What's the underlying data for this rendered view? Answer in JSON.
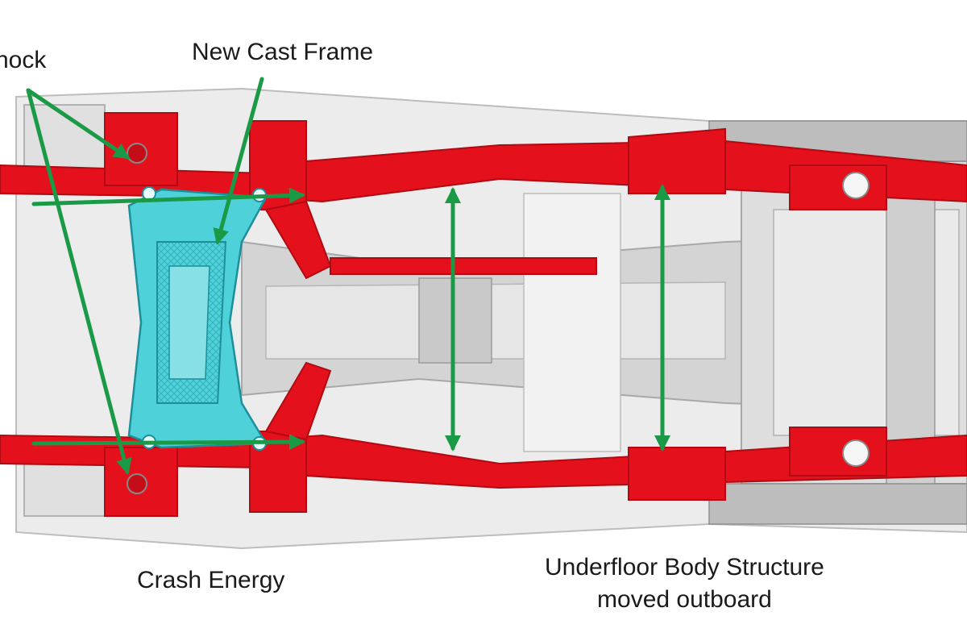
{
  "labels": {
    "shock": "hock",
    "cast_frame": "New Cast Frame",
    "crash_energy": "Crash Energy",
    "underfloor_line1": "Underfloor Body Structure",
    "underfloor_line2": "moved outboard"
  },
  "colors": {
    "structure_red": "#e4101b",
    "red_shadow": "#b00a12",
    "floor_gray": "#d9d9d9",
    "floor_light": "#eeeeee",
    "floor_dark": "#a8a8a8",
    "cast_frame_cyan": "#4fd1d9",
    "cast_frame_dark": "#1c8f9a",
    "arrow_green": "#1a9a46",
    "text": "#1a1a1a",
    "background": "#ffffff"
  }
}
